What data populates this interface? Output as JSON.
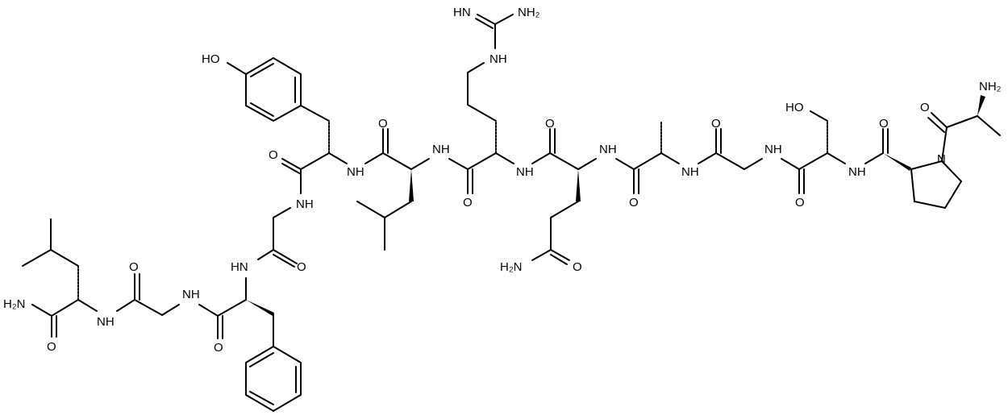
{
  "diagram": {
    "type": "chemical-structure",
    "description": "Peptide skeletal formula",
    "sequence_n_to_c": [
      "Ala",
      "Pro",
      "Ser",
      "Gly",
      "Ala",
      "Gln",
      "Arg",
      "Leu",
      "Tyr",
      "Gly",
      "Phe",
      "Gly",
      "Leu-NH2"
    ],
    "atom_labels": {
      "leu_c_term_amide": "H₂N",
      "leu_c_term_o": "O",
      "leu_nh": "NH",
      "gly1_o": "O",
      "gly1_nh": "NH",
      "phe_o": "O",
      "phe_nh": "HN",
      "gly2_o": "O",
      "gly2_nh": "NH",
      "tyr_o": "O",
      "tyr_oh": "HO",
      "tyr_nh": "NH",
      "leu2_o": "O",
      "leu2_nh": "NH",
      "arg_o": "O",
      "arg_guan_nh": "NH",
      "arg_guan_imine": "HN",
      "arg_guan_nh2": "NH₂",
      "arg_nh": "NH",
      "gln_o": "O",
      "gln_amide_nh2": "H₂N",
      "gln_amide_o": "O",
      "gln_nh": "NH",
      "ala_o": "O",
      "ala_nh": "NH",
      "gly3_o": "O",
      "gly3_nh": "NH",
      "ser_o": "O",
      "ser_oh": "HO",
      "ser_nh": "NH",
      "pro_o": "O",
      "pro_n": "N",
      "ala_n_o": "O",
      "ala_n_nh2": "NH₂"
    }
  }
}
